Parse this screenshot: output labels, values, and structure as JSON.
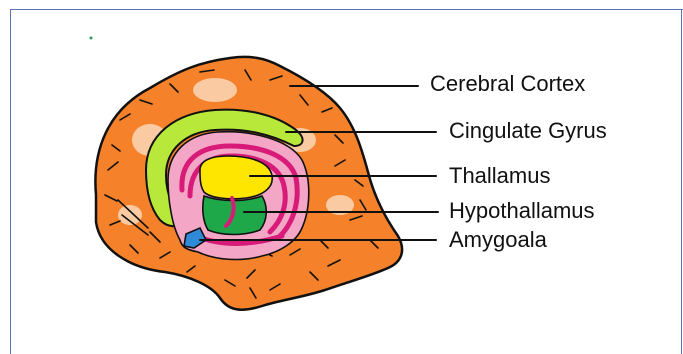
{
  "labels": {
    "cerebral_cortex": "Cerebral Cortex",
    "cingulate_gyrus": "Cingulate Gyrus",
    "thalamus": "Thallamus",
    "hypothalamus": "Hypothallamus",
    "amygdala": "Amygoala"
  },
  "colors": {
    "cortex": "#f5812a",
    "cingulate": "#b8e83a",
    "pink": "#f4a6c7",
    "magenta": "#d81b78",
    "thalamus": "#ffe600",
    "hypothalamus": "#1fa84a",
    "amygdala": "#2f8ad8",
    "outline": "#111111"
  }
}
